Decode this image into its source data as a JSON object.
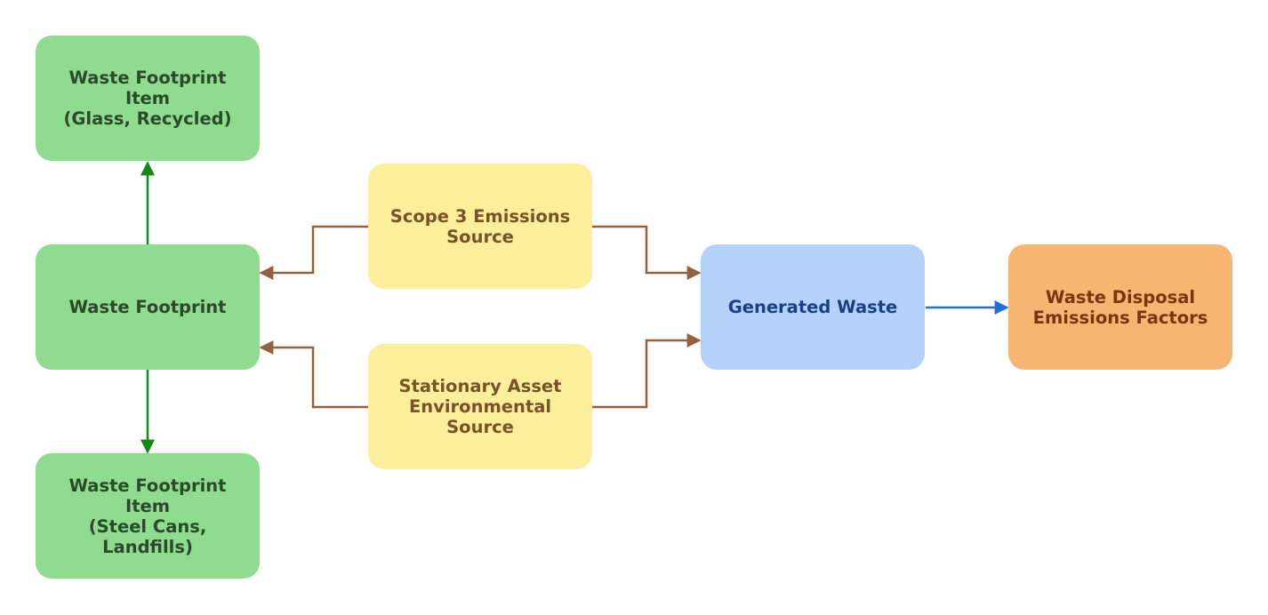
{
  "nodes": {
    "wfi_glass": "Waste Footprint\nItem\n(Glass, Recycled)",
    "waste_footprint": "Waste Footprint",
    "wfi_steel": "Waste Footprint\nItem\n(Steel Cans, Landfills)",
    "scope3": "Scope 3 Emissions\nSource",
    "stationary": "Stationary Asset\nEnvironmental\nSource",
    "generated_waste": "Generated Waste",
    "disposal_factors": "Waste Disposal\nEmissions Factors"
  },
  "colors": {
    "green_node": "#8fdb8f",
    "yellow_node": "#fdee9c",
    "blue_node": "#b4d1f7",
    "orange_node": "#f8b572",
    "green_arrow": "#128a12",
    "brown_arrow": "#95603f",
    "blue_arrow": "#1e6fd9"
  }
}
